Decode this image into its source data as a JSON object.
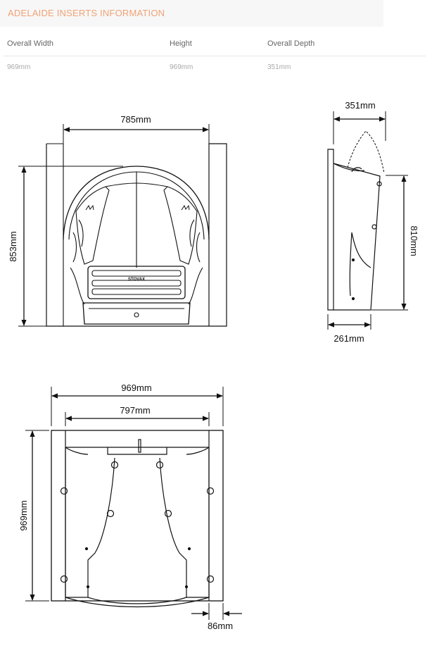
{
  "header": {
    "title": "ADELAIDE INSERTS INFORMATION"
  },
  "specs": {
    "width_label": "Overall Width",
    "width_value": "969mm",
    "height_label": "Height",
    "height_value": "969mm",
    "depth_label": "Overall Depth",
    "depth_value": "351mm"
  },
  "front_view": {
    "top_width": "785mm",
    "height": "853mm",
    "brand": "STOVAX"
  },
  "side_view": {
    "top_depth": "351mm",
    "height": "810mm",
    "base_depth": "261mm"
  },
  "back_view": {
    "overall_width": "969mm",
    "inner_width": "797mm",
    "height": "969mm",
    "flange": "86mm"
  }
}
